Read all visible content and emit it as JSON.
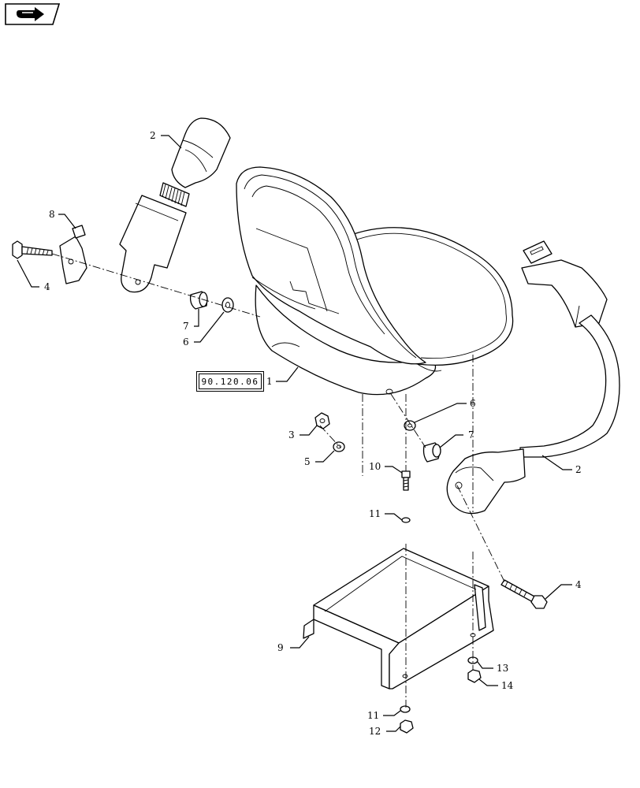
{
  "reference_box": {
    "label": "90.120.06"
  },
  "nav_icon": "arrow-right-icon",
  "callouts": [
    {
      "id": "c-1",
      "label": "1"
    },
    {
      "id": "c-2a",
      "label": "2"
    },
    {
      "id": "c-2b",
      "label": "2"
    },
    {
      "id": "c-3",
      "label": "3"
    },
    {
      "id": "c-4a",
      "label": "4"
    },
    {
      "id": "c-4b",
      "label": "4"
    },
    {
      "id": "c-5",
      "label": "5"
    },
    {
      "id": "c-6a",
      "label": "6"
    },
    {
      "id": "c-6b",
      "label": "6"
    },
    {
      "id": "c-7a",
      "label": "7"
    },
    {
      "id": "c-7b",
      "label": "7"
    },
    {
      "id": "c-8",
      "label": "8"
    },
    {
      "id": "c-9",
      "label": "9"
    },
    {
      "id": "c-10",
      "label": "10"
    },
    {
      "id": "c-11a",
      "label": "11"
    },
    {
      "id": "c-11b",
      "label": "11"
    },
    {
      "id": "c-12",
      "label": "12"
    },
    {
      "id": "c-13",
      "label": "13"
    },
    {
      "id": "c-14",
      "label": "14"
    }
  ]
}
